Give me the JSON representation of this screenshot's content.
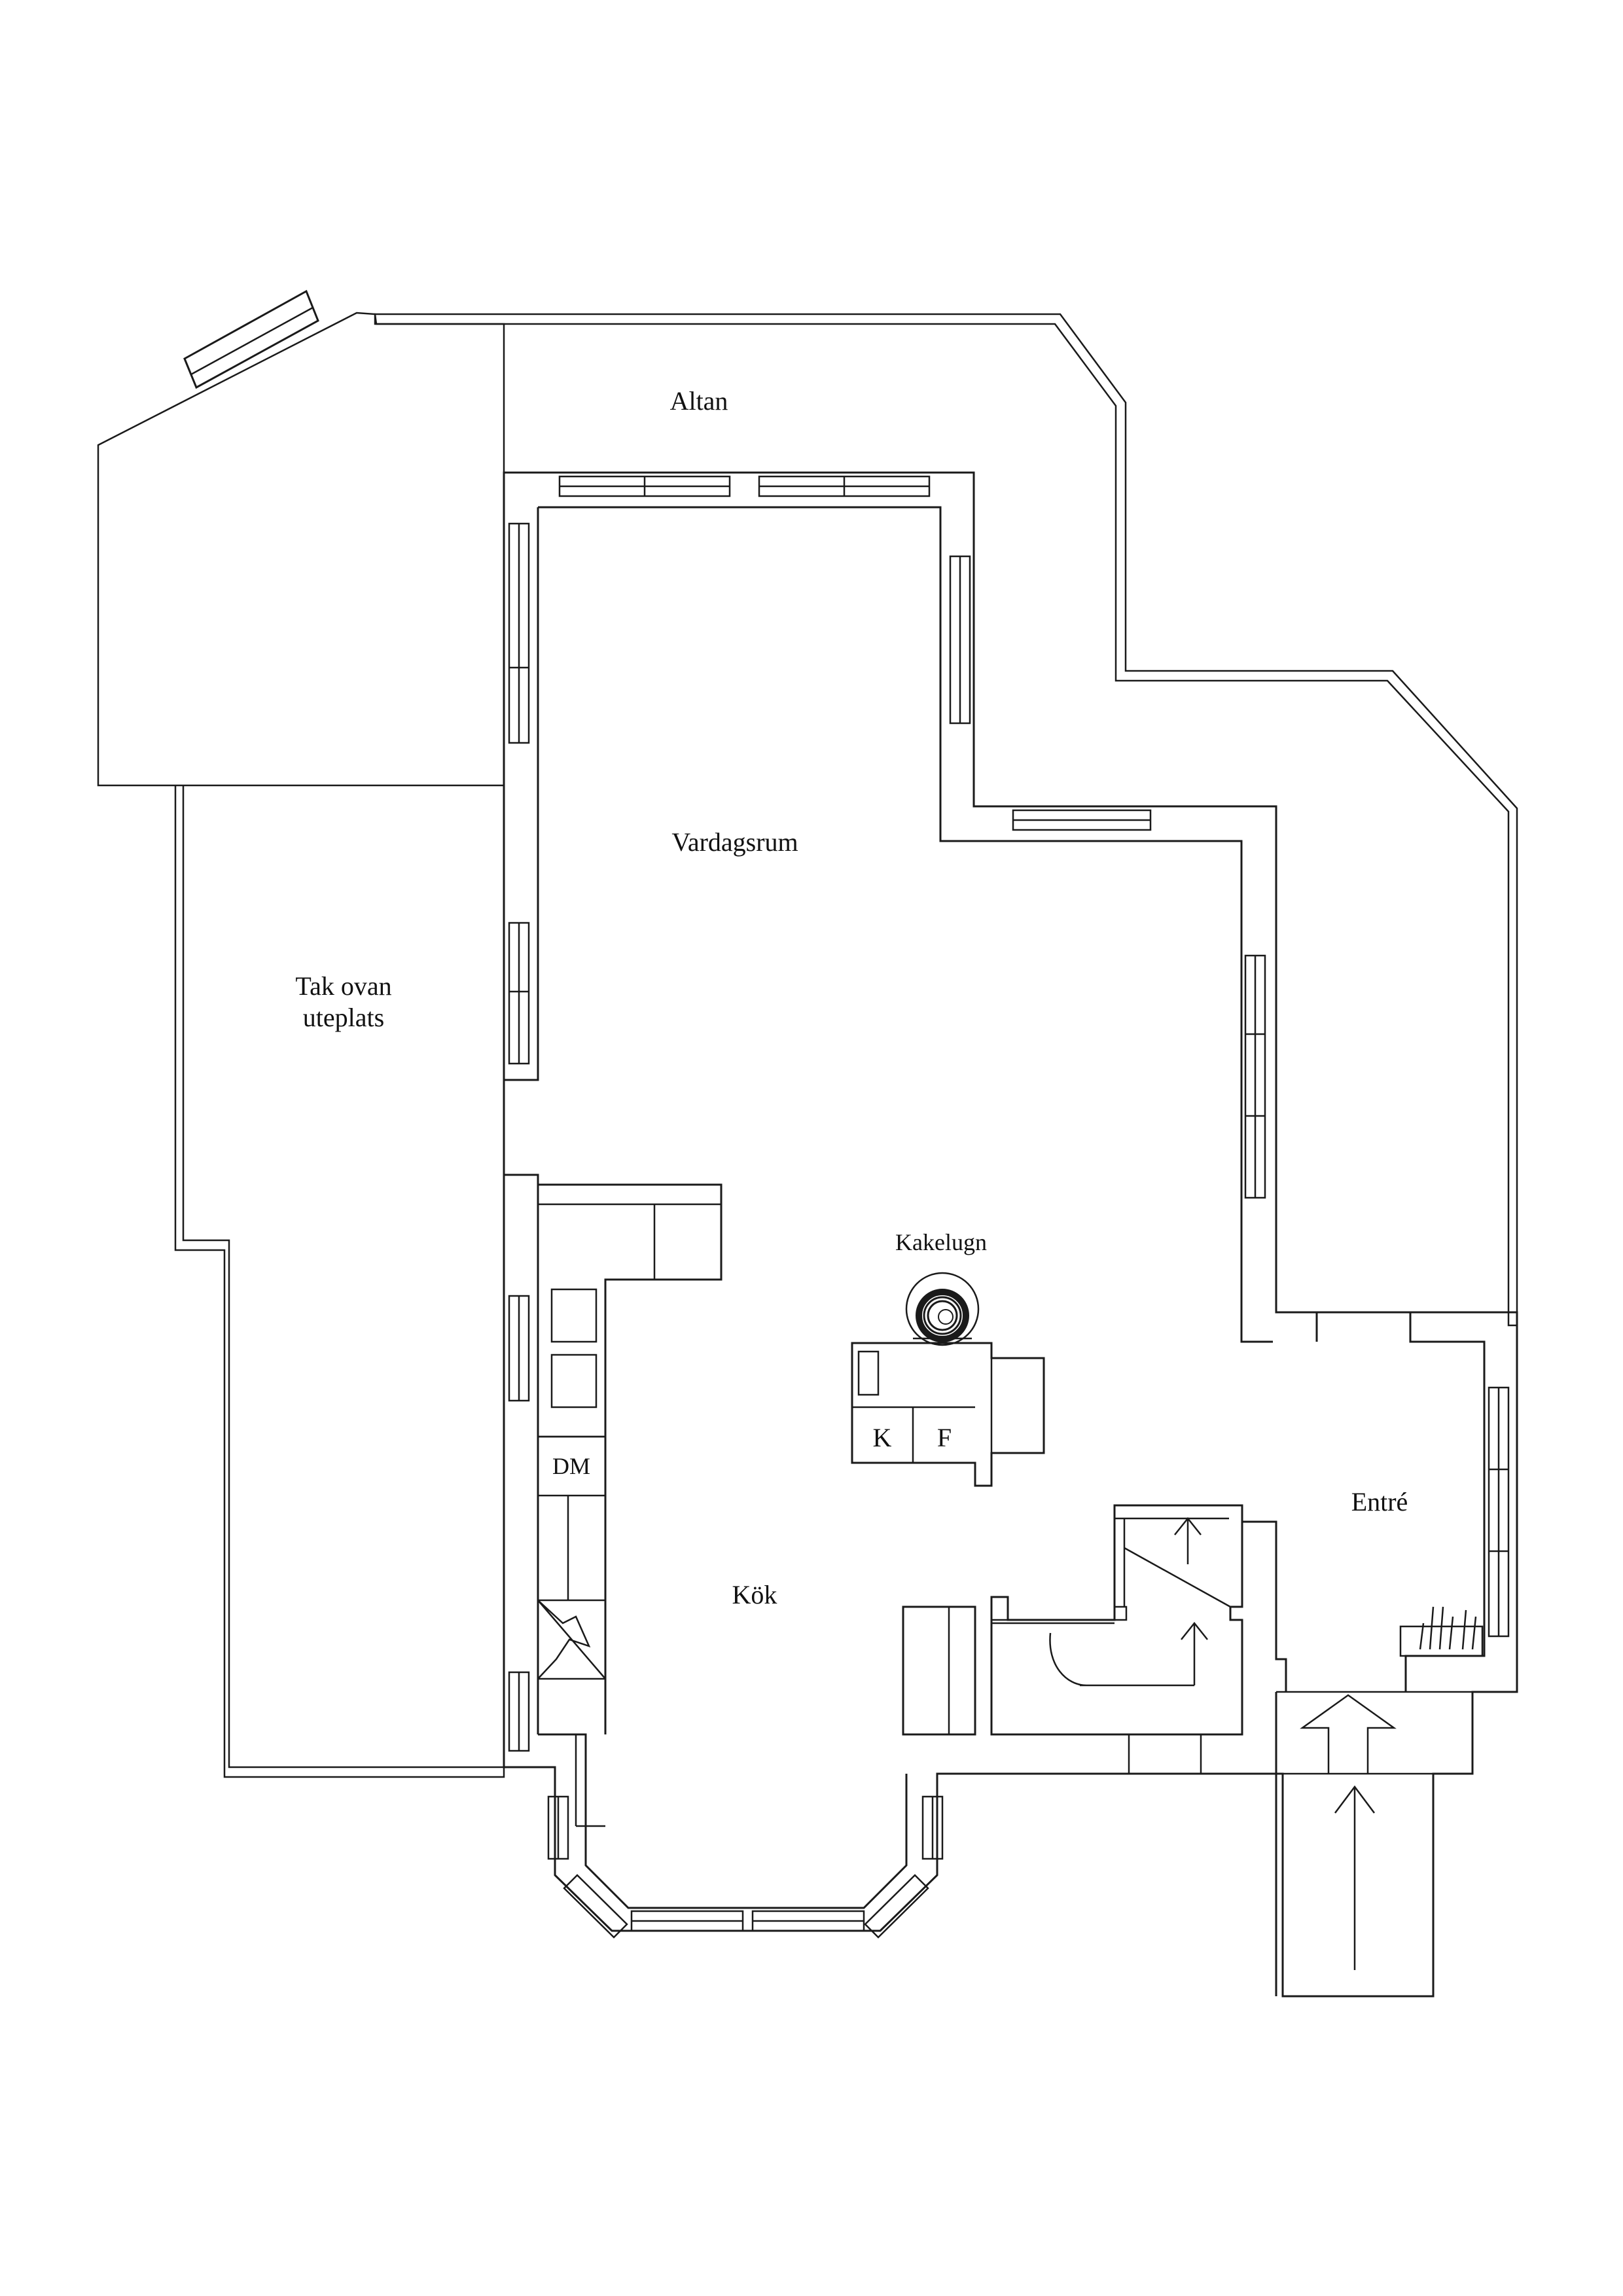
{
  "rooms": {
    "altan": "Altan",
    "vardagsrum": "Vardagsrum",
    "tak_ovan_uteplats_line1": "Tak ovan",
    "tak_ovan_uteplats_line2": "uteplats",
    "kakelugn": "Kakelugn",
    "kok": "Kök",
    "entre": "Entré"
  },
  "fixtures": {
    "dishwasher": "DM",
    "fridge": "K",
    "freezer": "F"
  },
  "colors": {
    "line": "#1a1a1a",
    "background": "#ffffff"
  }
}
